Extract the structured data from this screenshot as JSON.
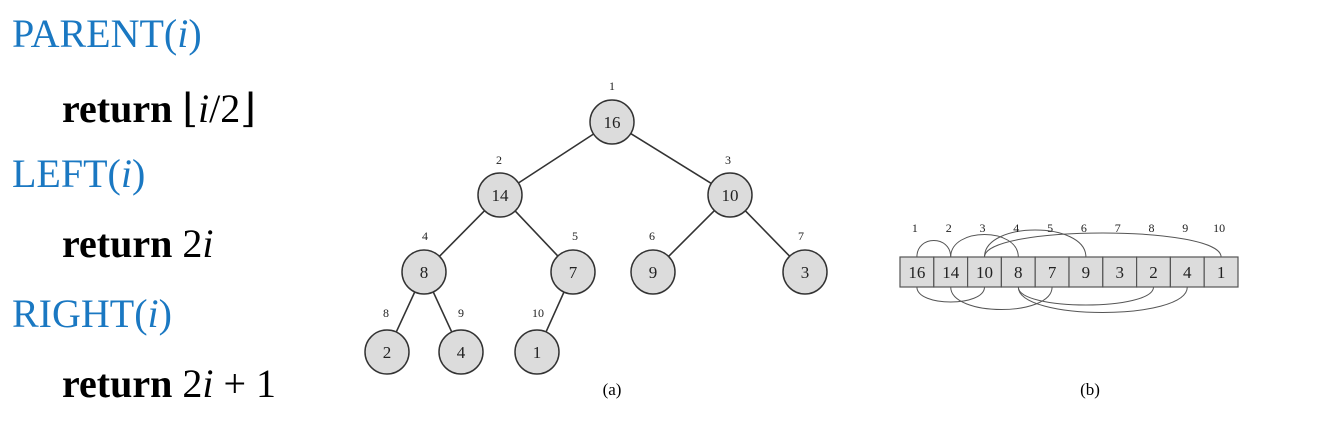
{
  "pseudocode": [
    {
      "fn": "PARENT",
      "param": "i",
      "ret_kw": "return",
      "ret_floor_l": "⌊",
      "ret_expr_var": "i",
      "ret_expr_rest": "/2",
      "ret_floor_r": "⌋"
    },
    {
      "fn": "LEFT",
      "param": "i",
      "ret_kw": "return",
      "ret_num": "2",
      "ret_var": "i",
      "ret_rest": ""
    },
    {
      "fn": "RIGHT",
      "param": "i",
      "ret_kw": "return",
      "ret_num": "2",
      "ret_var": "i",
      "ret_rest": " + 1"
    }
  ],
  "tree": {
    "caption": "(a)",
    "nodes": [
      {
        "index": "1",
        "value": "16"
      },
      {
        "index": "2",
        "value": "14"
      },
      {
        "index": "3",
        "value": "10"
      },
      {
        "index": "4",
        "value": "8"
      },
      {
        "index": "5",
        "value": "7"
      },
      {
        "index": "6",
        "value": "9"
      },
      {
        "index": "7",
        "value": "3"
      },
      {
        "index": "8",
        "value": "2"
      },
      {
        "index": "9",
        "value": "4"
      },
      {
        "index": "10",
        "value": "1"
      }
    ],
    "node_fill": "#dcdcdc",
    "stroke": "#333333"
  },
  "array": {
    "caption": "(b)",
    "indices": [
      "1",
      "2",
      "3",
      "4",
      "5",
      "6",
      "7",
      "8",
      "9",
      "10"
    ],
    "values": [
      "16",
      "14",
      "10",
      "8",
      "7",
      "9",
      "3",
      "2",
      "4",
      "1"
    ],
    "cell_fill": "#dcdcdc"
  }
}
